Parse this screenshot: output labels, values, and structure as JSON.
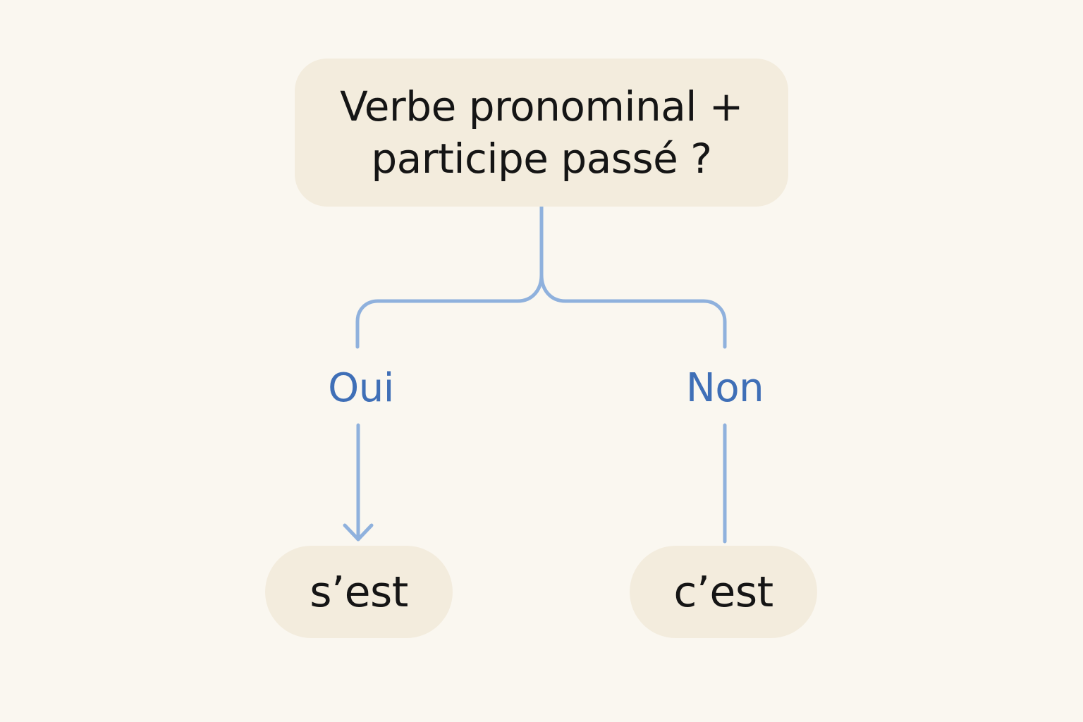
{
  "colors": {
    "background": "#faf7f0",
    "node_fill": "#f3ecdd",
    "connector": "#8fb1dd",
    "branch_text": "#3f6fb7",
    "node_text": "#151515"
  },
  "question": {
    "line1": "Verbe pronominal +",
    "line2": "participe passé ?"
  },
  "branches": {
    "yes": {
      "label": "Oui",
      "result": "s’est"
    },
    "no": {
      "label": "Non",
      "result": "c’est"
    }
  }
}
